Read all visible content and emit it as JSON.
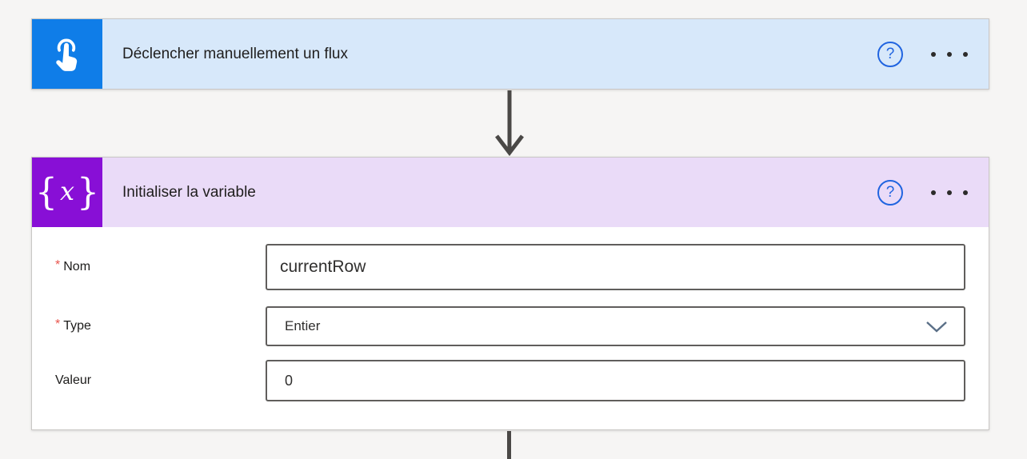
{
  "colors": {
    "page_background": "#f6f5f4",
    "trigger_brand": "#0f7de8",
    "trigger_header_bg": "#d7e8fa",
    "variable_brand": "#880fd6",
    "variable_header_bg": "#eadbf8",
    "required_asterisk": "#e9554d",
    "help_icon_blue": "#2064e0",
    "input_border": "#605e5c",
    "connector": "#4a4846"
  },
  "trigger_card": {
    "title": "Déclencher manuellement un flux",
    "icon": "manual-trigger-tap-icon",
    "help_glyph": "?"
  },
  "action_card": {
    "title": "Initialiser la variable",
    "icon": "variable-braces-icon",
    "icon_brace_open": "{",
    "icon_x": "x",
    "icon_brace_close": "}",
    "help_glyph": "?",
    "required_marker": "*",
    "fields": [
      {
        "label": "Nom",
        "required": true,
        "value": "currentRow",
        "control": "text"
      },
      {
        "label": "Type",
        "required": true,
        "value": "Entier",
        "control": "select"
      },
      {
        "label": "Valeur",
        "required": false,
        "value": "0",
        "control": "text"
      }
    ]
  }
}
